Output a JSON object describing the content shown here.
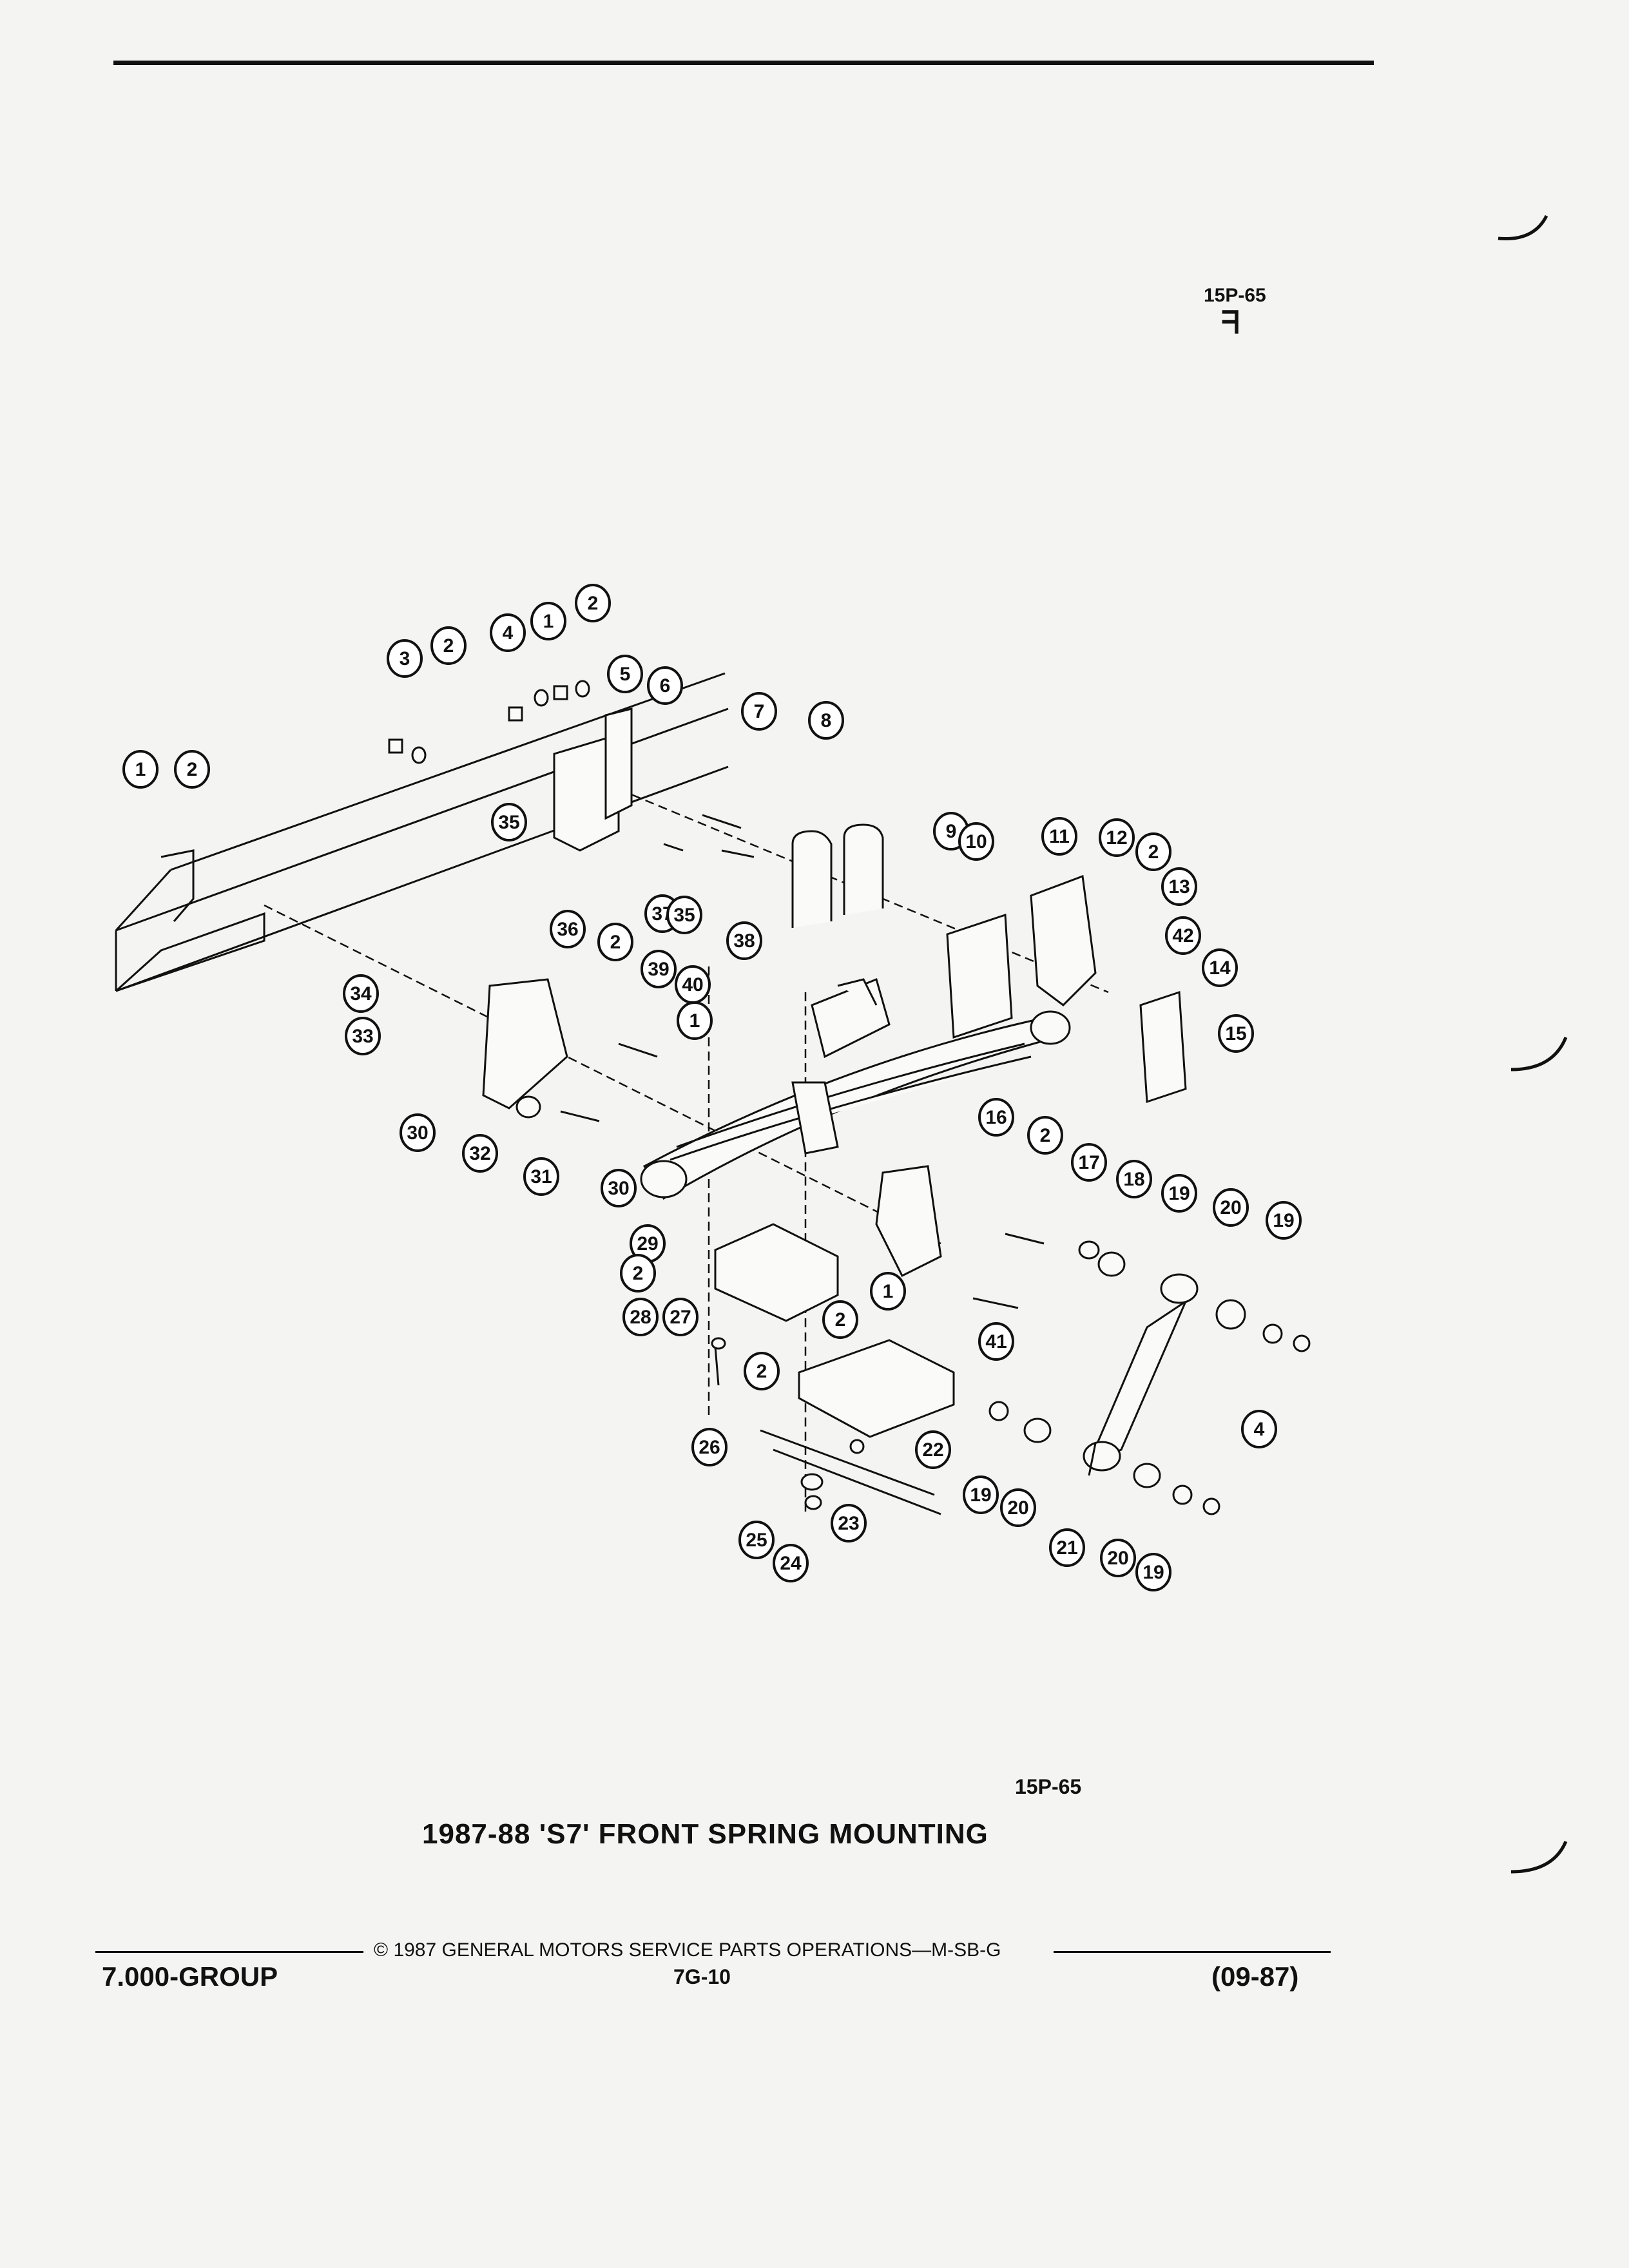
{
  "header": {
    "ref_code": "15P-65"
  },
  "diagram": {
    "ref_code": "15P-65",
    "title": "1987-88 'S7' FRONT SPRING MOUNTING",
    "callouts": [
      "1",
      "2",
      "3",
      "2",
      "4",
      "1",
      "2",
      "5",
      "6",
      "7",
      "8",
      "35",
      "37",
      "35",
      "38",
      "9",
      "10",
      "11",
      "12",
      "2",
      "13",
      "42",
      "14",
      "15",
      "36",
      "2",
      "39",
      "40",
      "1",
      "34",
      "33",
      "30",
      "32",
      "31",
      "30",
      "29",
      "2",
      "28",
      "27",
      "2",
      "16",
      "2",
      "17",
      "18",
      "19",
      "20",
      "19",
      "1",
      "2",
      "41",
      "26",
      "22",
      "19",
      "20",
      "4",
      "21",
      "20",
      "19",
      "25",
      "24",
      "23"
    ]
  },
  "footer": {
    "copyright": "© 1987 GENERAL MOTORS SERVICE PARTS OPERATIONS—M-SB-G",
    "group": "7.000-GROUP",
    "page": "7G-10",
    "date": "(09-87)"
  }
}
